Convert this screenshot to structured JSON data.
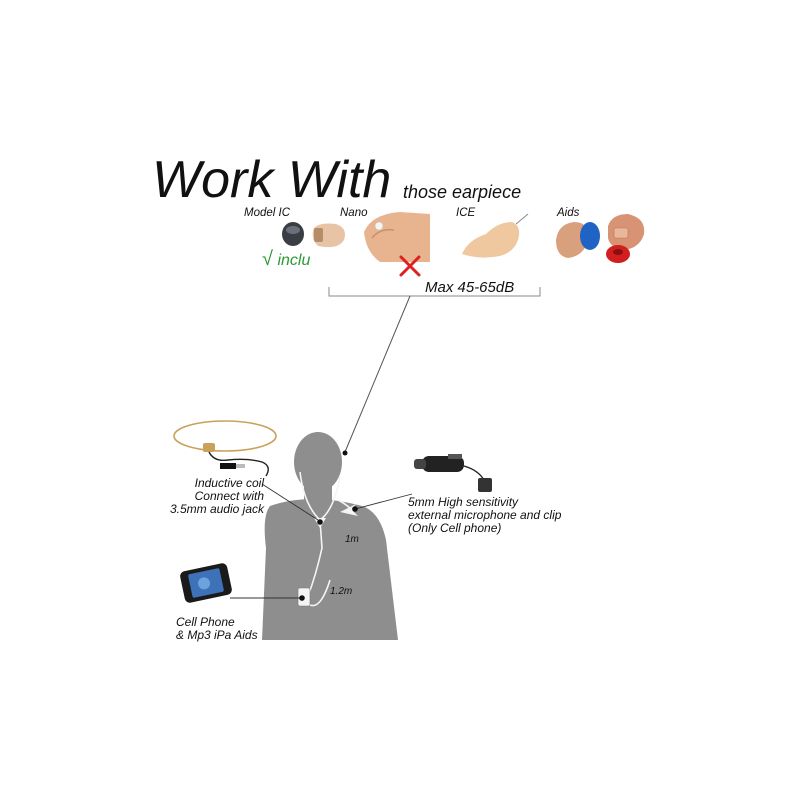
{
  "header": {
    "title": "Work With",
    "subtitle": "those earpiece"
  },
  "earpieces": [
    {
      "label": "Model IC"
    },
    {
      "label": "Nano"
    },
    {
      "label": "ICE"
    },
    {
      "label": "Aids"
    }
  ],
  "badges": {
    "included_mark": "√",
    "included_text": "inclu"
  },
  "range": {
    "label": "Max 45-65dB"
  },
  "callouts": {
    "coil": [
      "Inductive coil",
      "Connect with",
      "3.5mm audio jack"
    ],
    "mic": [
      "5mm High sensitivity",
      "external microphone and clip",
      "(Only Cell phone)"
    ],
    "phone": [
      "Cell Phone",
      "& Mp3 iPa Aids"
    ]
  },
  "cables": {
    "upper": "1m",
    "lower": "1.2m"
  },
  "colors": {
    "silhouette": "#8e8e8e",
    "check_green": "#2d9a35",
    "cross_red": "#e02020",
    "skin": "#e8b48f",
    "aid_blue": "#1f63c4",
    "aid_red": "#d11f1f",
    "coil_gold": "#c9a15a"
  },
  "icons": [
    "check-icon",
    "cross-icon"
  ]
}
